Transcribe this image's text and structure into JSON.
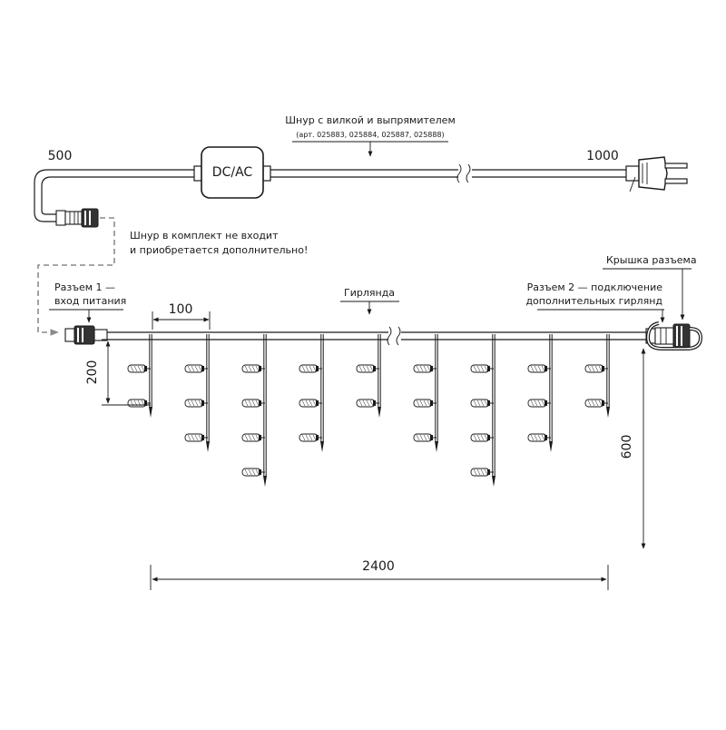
{
  "power_cord": {
    "title": "Шнур с вилкой и выпрямителем",
    "articles": "(арт. 025883, 025884, 025887, 025888)",
    "rectifier_label": "DC/AC",
    "length_left": "500",
    "length_right": "1000"
  },
  "not_included_note": {
    "line1": "Шнур в комплект не входит",
    "line2": "и приобретается дополнительно!"
  },
  "connector_1": {
    "line1": "Разъем 1 —",
    "line2": "вход питания"
  },
  "garland_label": "Гирлянда",
  "connector_2": {
    "line1": "Разъем 2 — подключение",
    "line2": "дополнительных гирлянд"
  },
  "cap_label": "Крышка разъема",
  "dimensions": {
    "spacing": "100",
    "short_drop": "200",
    "long_drop": "600",
    "total_width": "2400"
  }
}
